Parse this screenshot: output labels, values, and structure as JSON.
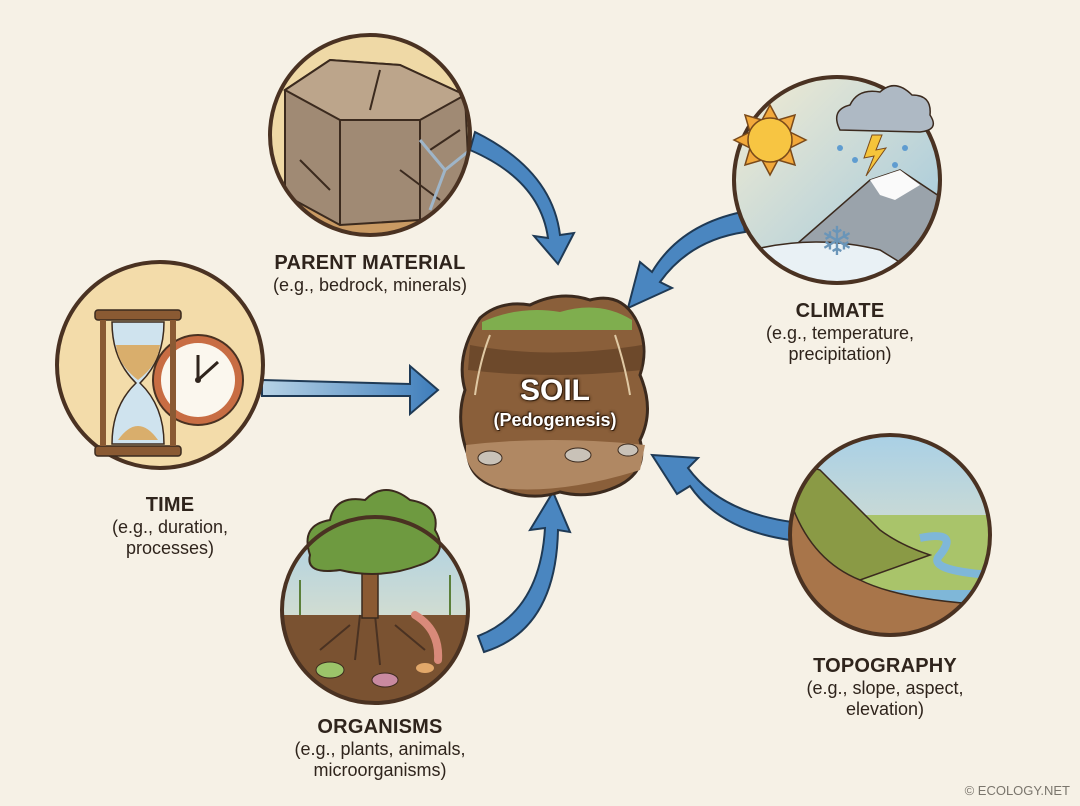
{
  "diagram": {
    "center": {
      "title": "SOIL",
      "subtitle": "(Pedogenesis)"
    },
    "factors": [
      {
        "id": "parent-material",
        "title": "PARENT MATERIAL",
        "lines": [
          "(e.g., bedrock, minerals)"
        ],
        "icon": "cracked-rock-icon"
      },
      {
        "id": "climate",
        "title": "CLIMATE",
        "lines": [
          "(e.g., temperature,",
          "precipitation)"
        ],
        "icon": "weather-icon"
      },
      {
        "id": "time",
        "title": "TIME",
        "lines": [
          "(e.g., duration,",
          "processes)"
        ],
        "icon": "hourglass-clock-icon"
      },
      {
        "id": "organisms",
        "title": "ORGANISMS",
        "lines": [
          "(e.g., plants, animals,",
          "microorganisms)"
        ],
        "icon": "tree-roots-icon"
      },
      {
        "id": "topography",
        "title": "TOPOGRAPHY",
        "lines": [
          "(e.g., slope, aspect,",
          "elevation)"
        ],
        "icon": "landscape-icon"
      }
    ],
    "arrows": [
      "parent-material->soil",
      "climate->soil",
      "time->soil",
      "organisms->soil",
      "topography->soil"
    ],
    "colors": {
      "background": "#f6f1e6",
      "arrow": "#4a86c0",
      "outline": "#4a3222",
      "soil": "#7a5534"
    }
  },
  "footer": {
    "credit": "© ECOLOGY.NET"
  }
}
